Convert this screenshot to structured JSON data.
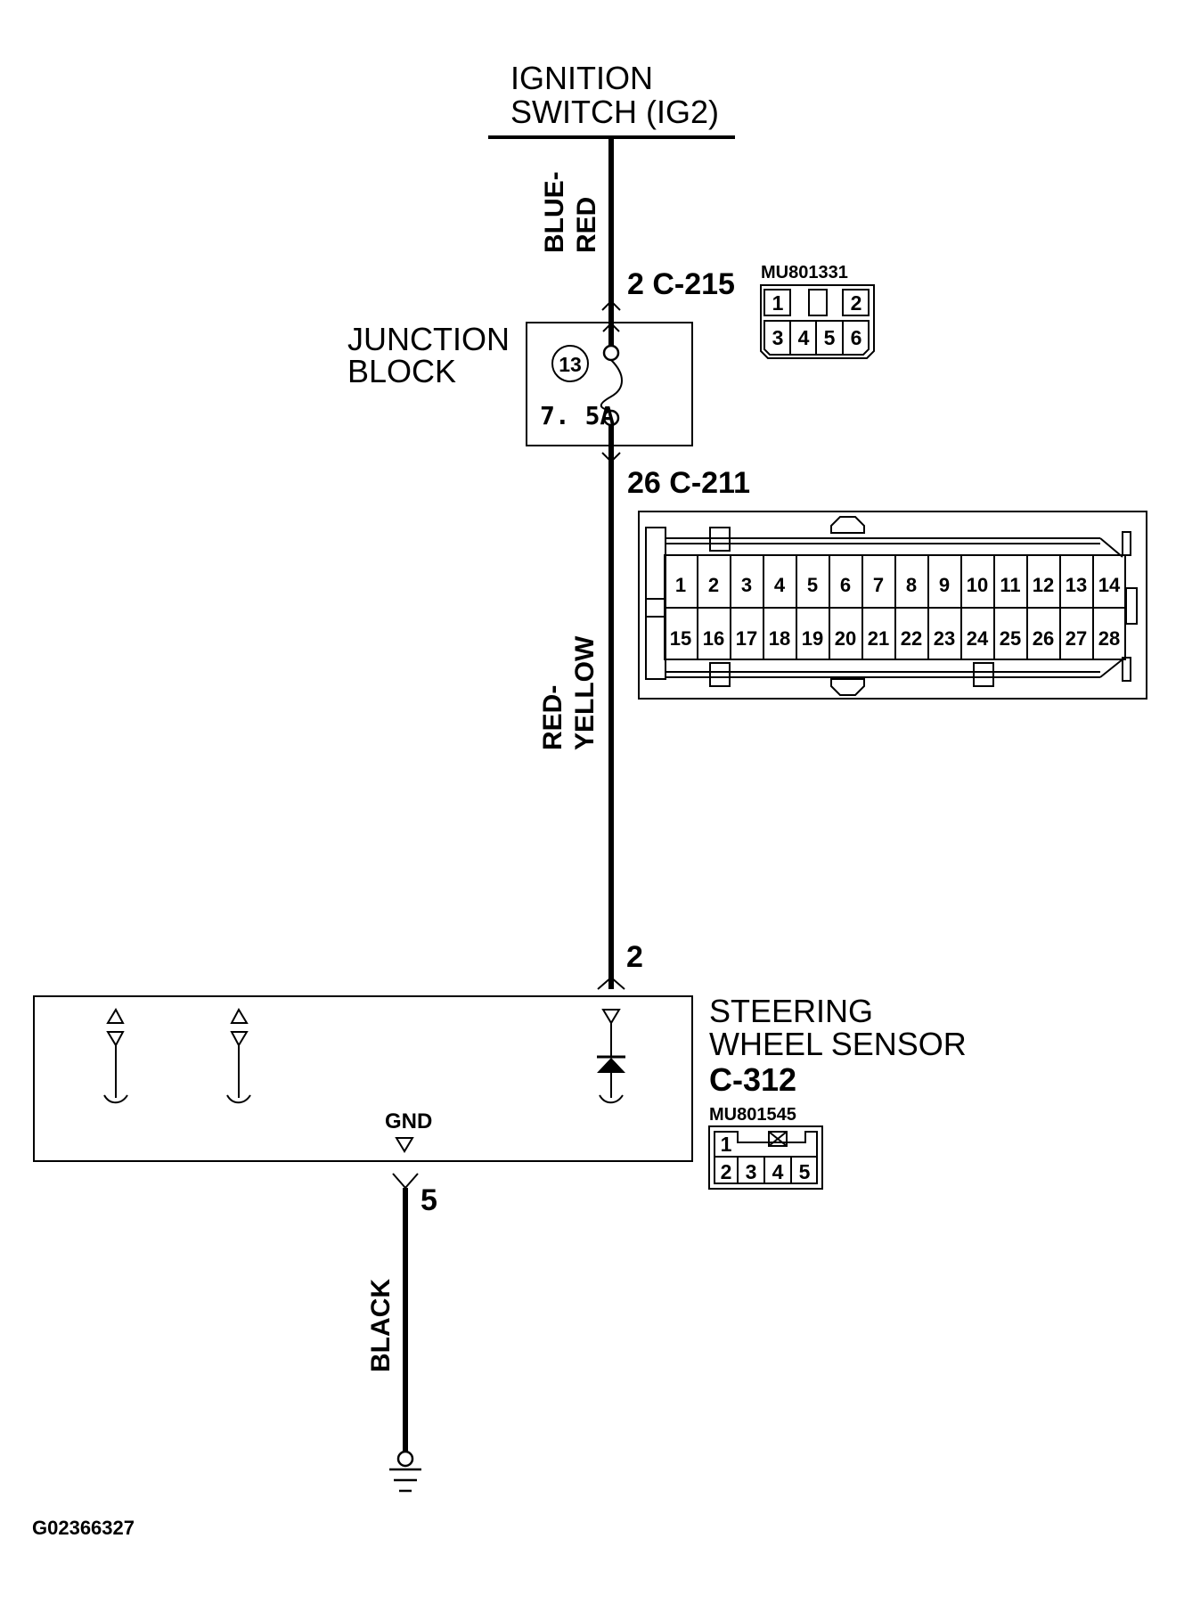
{
  "ignition_switch": {
    "line1": "IGNITION",
    "line2": "SWITCH (IG2)"
  },
  "wires": {
    "top": {
      "line1": "BLUE-",
      "line2": "RED"
    },
    "middle": {
      "line1": "RED-",
      "line2": "YELLOW"
    },
    "bottom": "BLACK"
  },
  "connector_c215": {
    "label": "2  C-215",
    "part_no": "MU801331",
    "pins": [
      "1",
      "2",
      "3",
      "4",
      "5",
      "6"
    ]
  },
  "junction_block": {
    "line1": "JUNCTION",
    "line2": "BLOCK",
    "fuse_number": "13",
    "fuse_rating": "7. 5A"
  },
  "connector_c211": {
    "label": "26  C-211",
    "row1": [
      "1",
      "2",
      "3",
      "4",
      "5",
      "6",
      "7",
      "8",
      "9",
      "10",
      "11",
      "12",
      "13",
      "14"
    ],
    "row2": [
      "15",
      "16",
      "17",
      "18",
      "19",
      "20",
      "21",
      "22",
      "23",
      "24",
      "25",
      "26",
      "27",
      "28"
    ]
  },
  "sensor_input_pin": "2",
  "steering_wheel_sensor": {
    "line1": "STEERING",
    "line2": "WHEEL SENSOR",
    "connector": "C-312",
    "gnd_label": "GND"
  },
  "connector_c312": {
    "part_no": "MU801545",
    "pins": [
      "1",
      "2",
      "3",
      "4",
      "5"
    ]
  },
  "ground_pin": "5",
  "figure_id": "G02366327"
}
